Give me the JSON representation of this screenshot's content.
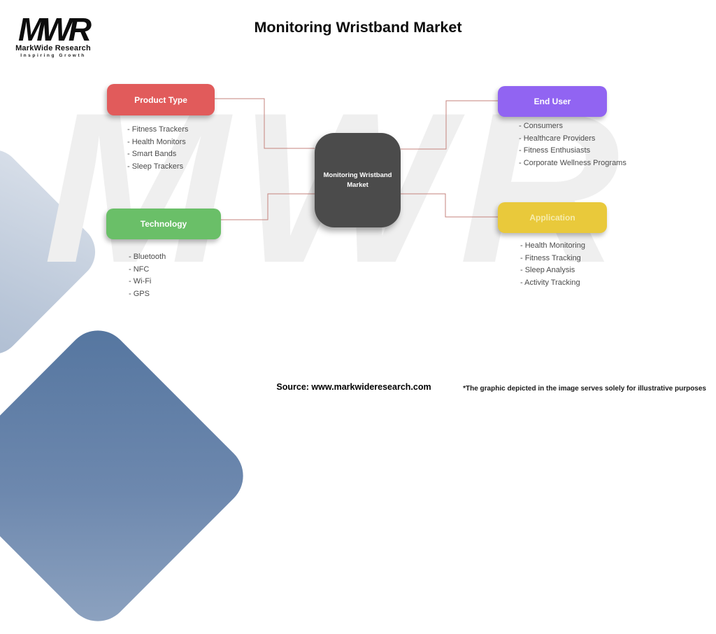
{
  "logo": {
    "letters": "MWR",
    "name": "MarkWide Research",
    "tagline": "Inspiring Growth"
  },
  "title": "Monitoring Wristband Market",
  "watermark": "MWR",
  "connector_color": "#c4837e",
  "center": {
    "label": "Monitoring Wristband Market",
    "color": "#4b4b4b",
    "label_color": "#ffffff"
  },
  "branches": [
    {
      "id": "product-type",
      "label": "Product Type",
      "color": "#e15b5b",
      "label_color": "#ffffff",
      "items": [
        "- Fitness Trackers",
        "- Health Monitors",
        "- Smart Bands",
        "- Sleep Trackers"
      ]
    },
    {
      "id": "end-user",
      "label": "End User",
      "color": "#9164f2",
      "label_color": "#ffffff",
      "items": [
        "- Consumers",
        "- Healthcare Providers",
        "- Fitness Enthusiasts",
        "- Corporate Wellness Programs"
      ]
    },
    {
      "id": "technology",
      "label": "Technology",
      "color": "#6abf68",
      "label_color": "#ffffff",
      "items": [
        "- Bluetooth",
        "- NFC",
        "- Wi-Fi",
        "- GPS"
      ]
    },
    {
      "id": "application",
      "label": "Application",
      "color": "#e9c93b",
      "label_color": "#f6ecae",
      "items": [
        "- Health Monitoring",
        "- Fitness Tracking",
        "- Sleep Analysis",
        "- Activity Tracking"
      ]
    }
  ],
  "footer": {
    "source": "Source: www.markwideresearch.com",
    "disclaimer": "*The graphic depicted in the image serves solely for illustrative purposes"
  }
}
